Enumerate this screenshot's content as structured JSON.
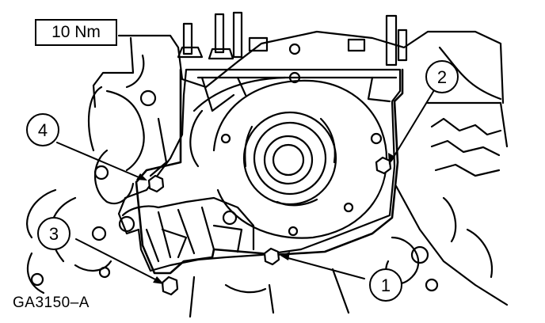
{
  "figure": {
    "torque_spec": "10 Nm",
    "figure_id": "GA3150–A",
    "callouts": [
      {
        "number": "1"
      },
      {
        "number": "2"
      },
      {
        "number": "3"
      },
      {
        "number": "4"
      }
    ]
  },
  "colors": {
    "line": "#000000",
    "background": "#ffffff"
  }
}
